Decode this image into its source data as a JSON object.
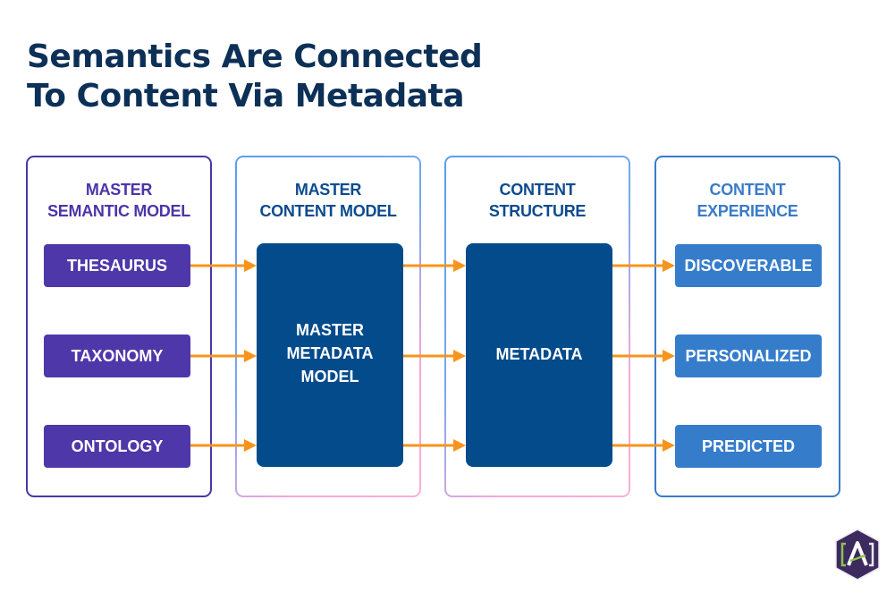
{
  "title": {
    "line1": "Semantics Are Connected",
    "line2": "To Content Via Metadata"
  },
  "columns": [
    {
      "heading": [
        "MASTER",
        "SEMANTIC MODEL"
      ],
      "items": [
        "THESAURUS",
        "TAXONOMY",
        "ONTOLOGY"
      ]
    },
    {
      "heading": [
        "MASTER",
        "CONTENT MODEL"
      ],
      "box": [
        "MASTER",
        "METADATA",
        "MODEL"
      ]
    },
    {
      "heading": [
        "CONTENT",
        "STRUCTURE"
      ],
      "box": [
        "METADATA"
      ]
    },
    {
      "heading": [
        "CONTENT",
        "EXPERIENCE"
      ],
      "items": [
        "DISCOVERABLE",
        "PERSONALIZED",
        "PREDICTED"
      ]
    }
  ],
  "colors": {
    "title": "#0d3057",
    "semantic_purple": "#4e37a9",
    "content_navy": "#044b8c",
    "experience_blue": "#357ccb",
    "arrow_orange": "#f7941d"
  },
  "logo": {
    "icon": "bracket-a-logo-icon",
    "glyph": "[A]"
  }
}
